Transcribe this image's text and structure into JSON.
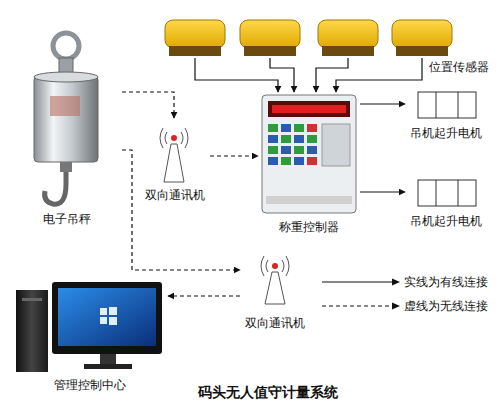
{
  "diagram": {
    "title": "码头无人值守计量系统",
    "nodes": [
      {
        "text": [
          "电子吊秤"
        ]
      },
      {
        "text": []
      },
      {
        "text": []
      },
      {
        "text": []
      },
      {
        "text": [
          "位置传感器"
        ]
      },
      {
        "text": [
          "称重控制器"
        ]
      },
      {
        "text": [
          "吊机起升电机"
        ]
      },
      {
        "text": [
          "双向通讯机"
        ]
      },
      {
        "text": [
          "吊机起升电机"
        ]
      },
      {
        "text": [
          "双向通讯机"
        ]
      },
      {
        "text": [
          "管理控制中心"
        ]
      }
    ],
    "edges": [
      {
        "from": 0,
        "to": 7,
        "arrow": "to"
      },
      {
        "from": 0,
        "to": 9,
        "arrow": "to"
      },
      {
        "from": 7,
        "to": 5,
        "arrow": "to"
      },
      {
        "from": 9,
        "to": 10,
        "arrow": "to"
      },
      {
        "from": 1,
        "to": 5,
        "arrow": "to"
      },
      {
        "from": 2,
        "to": 5,
        "arrow": "to"
      },
      {
        "from": 3,
        "to": 5,
        "arrow": "to"
      },
      {
        "from": 4,
        "to": 5,
        "arrow": "to"
      },
      {
        "from": 5,
        "to": 6,
        "arrow": "to"
      },
      {
        "from": 5,
        "to": 8,
        "arrow": "to"
      }
    ],
    "legend": [
      {
        "text": "实线为有线连接"
      },
      {
        "text": "虚线为无线连接"
      }
    ]
  }
}
